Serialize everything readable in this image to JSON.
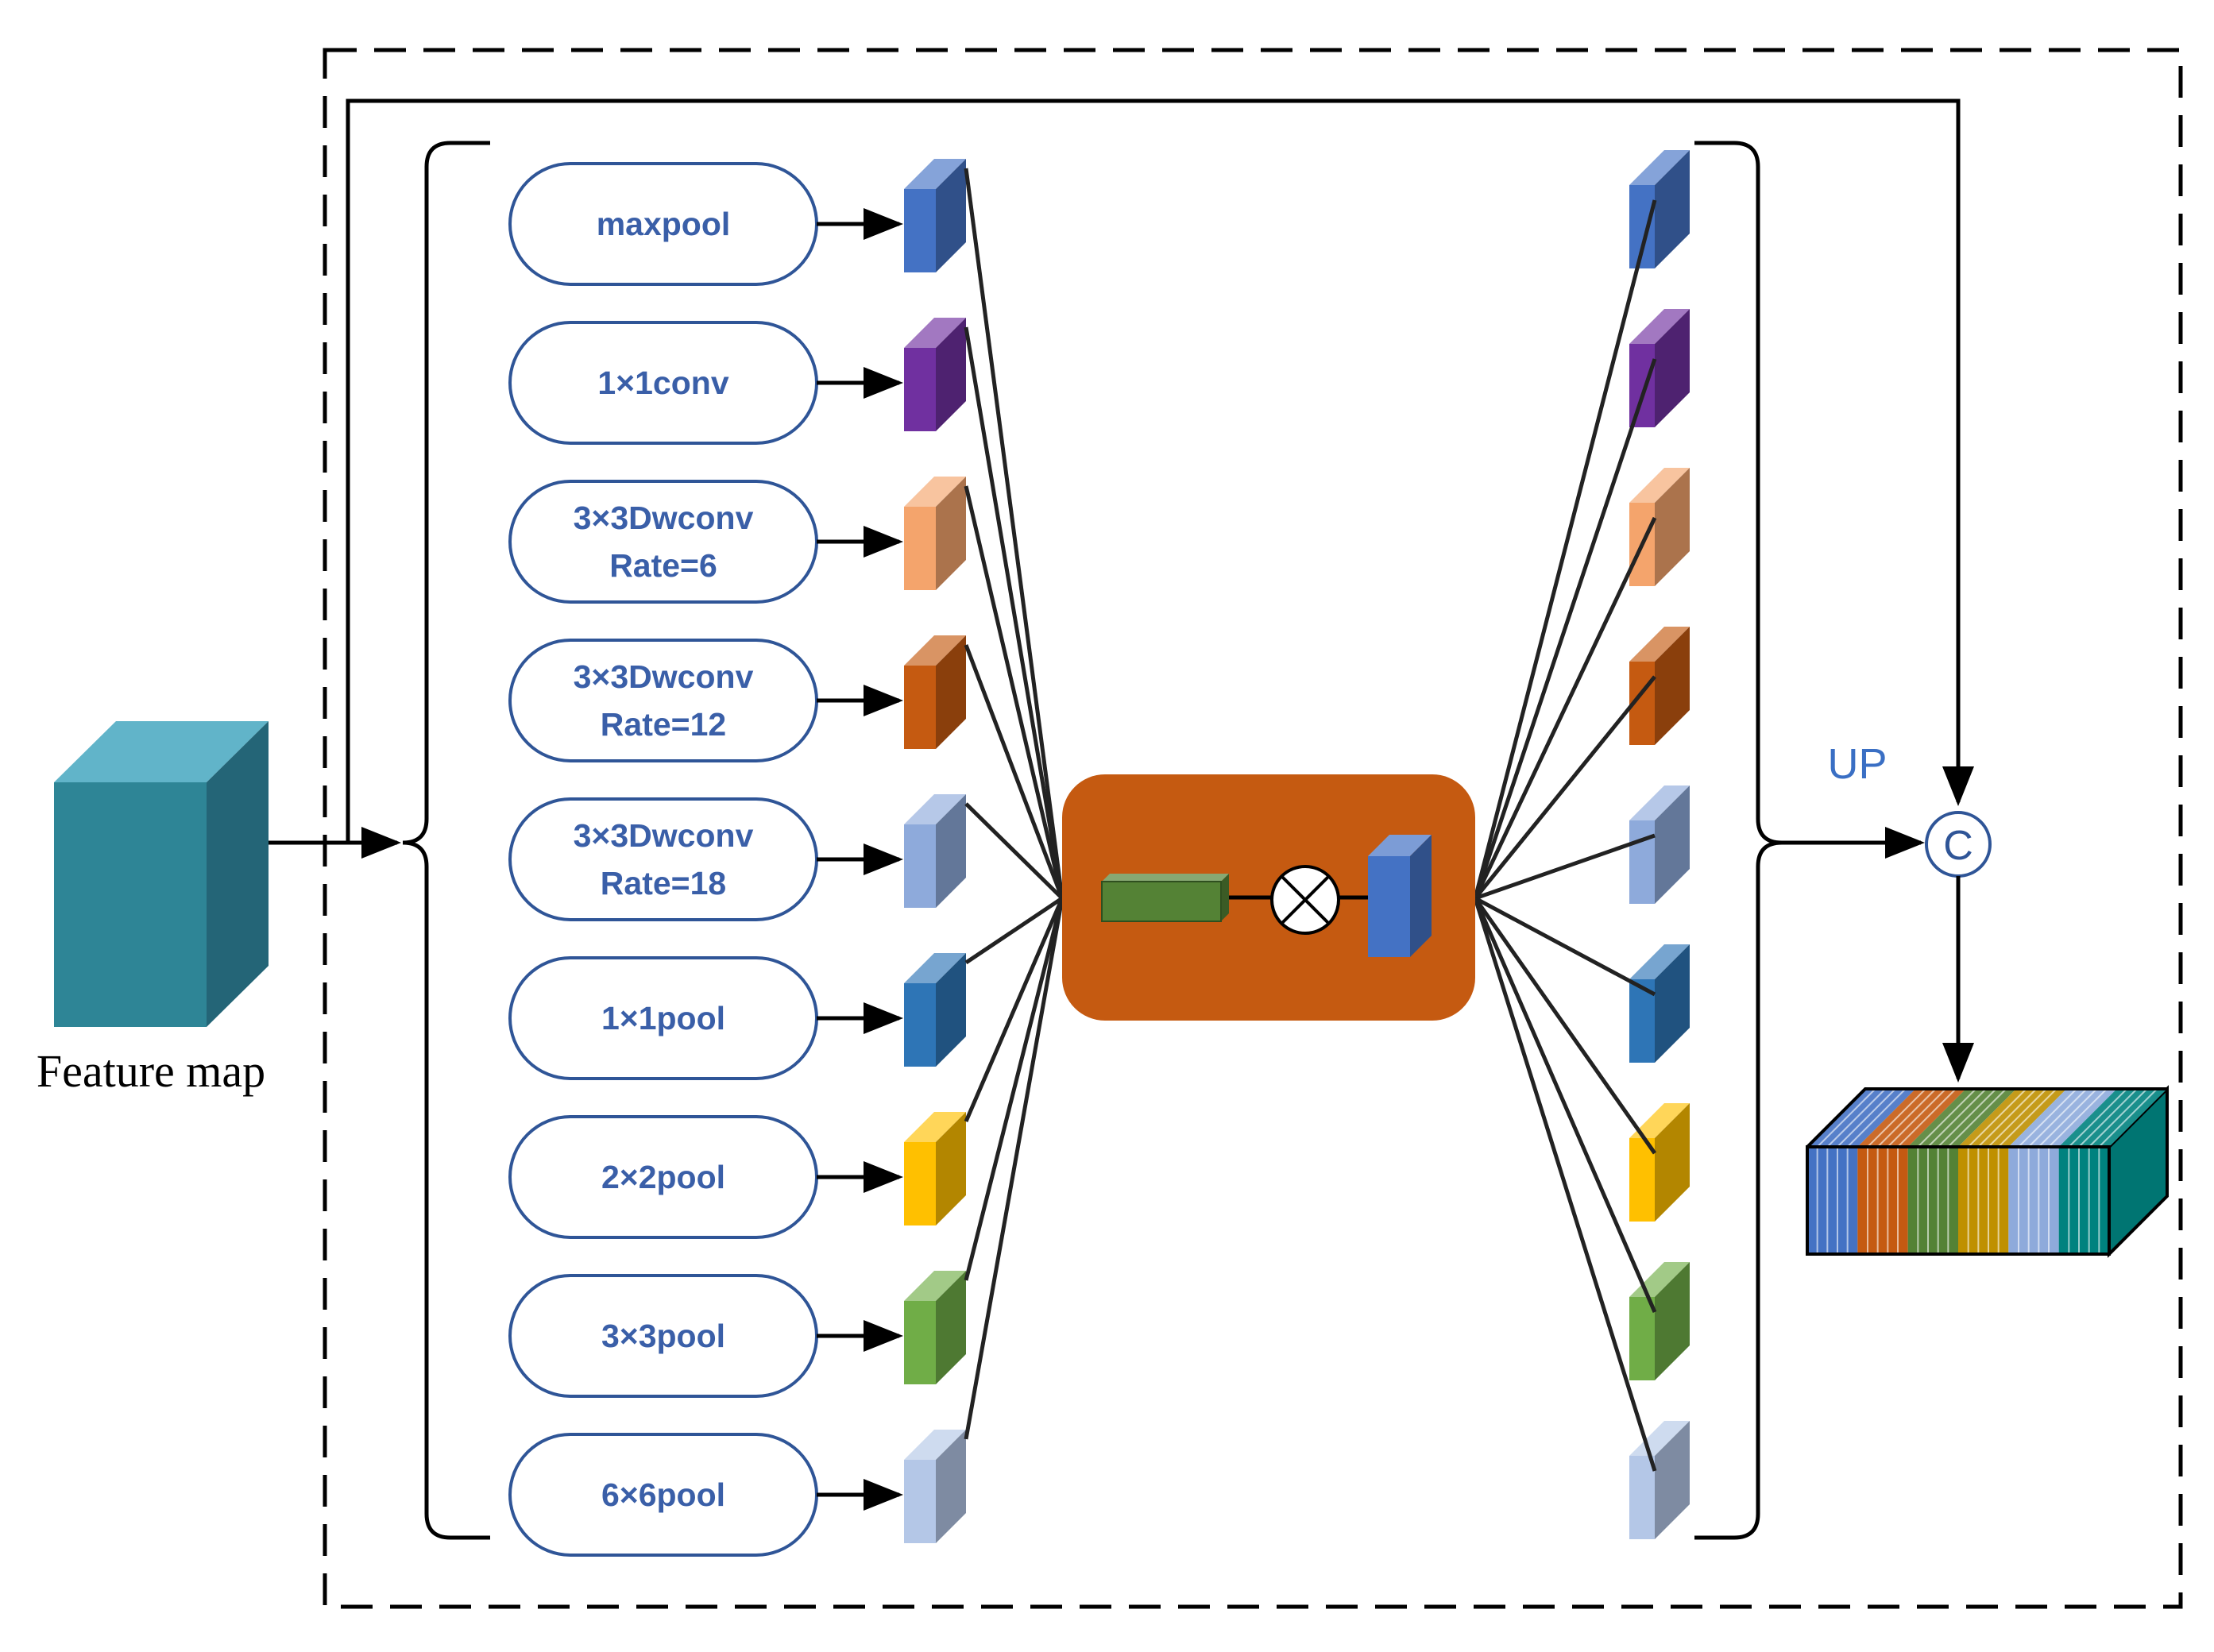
{
  "input": {
    "label": "Feature map",
    "colors": {
      "front": "#2e8596",
      "top": "#61b4c9",
      "side": "#246577"
    }
  },
  "branches": [
    {
      "lines": [
        "maxpool"
      ],
      "color": "#4472c4"
    },
    {
      "lines": [
        "1×1conv"
      ],
      "color": "#7030a0"
    },
    {
      "lines": [
        "3×3Dwconv",
        "Rate=6"
      ],
      "color": "#f4a46c"
    },
    {
      "lines": [
        "3×3Dwconv",
        "Rate=12"
      ],
      "color": "#c55a11"
    },
    {
      "lines": [
        "3×3Dwconv",
        "Rate=18"
      ],
      "color": "#8eaadb"
    },
    {
      "lines": [
        "1×1pool"
      ],
      "color": "#2e75b6"
    },
    {
      "lines": [
        "2×2pool"
      ],
      "color": "#ffc000"
    },
    {
      "lines": [
        "3×3pool"
      ],
      "color": "#70ad47"
    },
    {
      "lines": [
        "6×6pool"
      ],
      "color": "#b4c7e7"
    }
  ],
  "attention_block": {
    "bg_color": "#c55a11",
    "vector_color": "#548235",
    "cube_color": "#4472c4",
    "op_symbol": "multiply"
  },
  "upsample": {
    "label": "UP"
  },
  "concat": {
    "symbol": "C"
  },
  "output": {
    "slice_colors": [
      "#4472c4",
      "#c55a11",
      "#548235",
      "#bf9000",
      "#8eaadb",
      "#00827f"
    ]
  },
  "colors": {
    "text": "#3a5fa8",
    "border": "#2f5597",
    "line": "#000000"
  }
}
